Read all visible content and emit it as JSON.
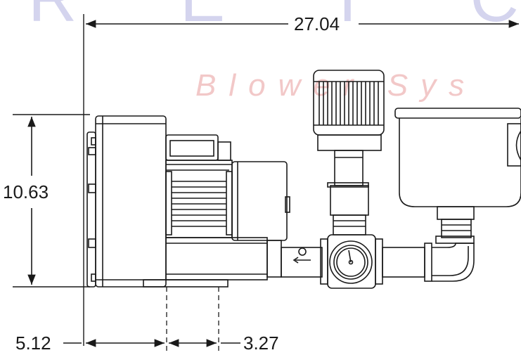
{
  "watermark": {
    "brand": "R E T C E L",
    "subtitle": "Blower Sys"
  },
  "dimensions": {
    "overall_length": "27.04",
    "height": "10.63",
    "foot_offset": "5.12",
    "foot_spacing": "3.27"
  },
  "colors": {
    "line": "#1a1a1a",
    "watermark_blue": "#d4d4ee",
    "watermark_red": "#f2c8c8"
  }
}
